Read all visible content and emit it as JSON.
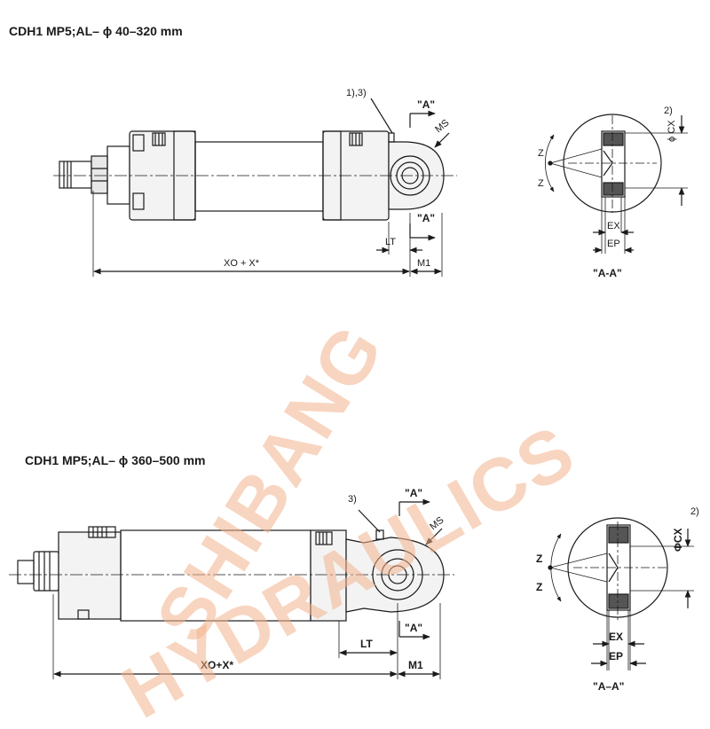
{
  "views": [
    {
      "title": "CDH1 MP5;AL– ϕ 40–320 mm",
      "callout_note": "1),3)",
      "section_marker": "\"A\"",
      "mount_label": "MS",
      "dims": {
        "lt": "LT",
        "m1": "M1",
        "overall": "XO + X*"
      },
      "section_view": {
        "caption": "\"A-A\"",
        "z": "Z",
        "ex": "EX",
        "ep": "EP",
        "cx": "ϕ CX",
        "cx_note": "2)"
      }
    },
    {
      "title": "CDH1 MP5;AL– ϕ 360–500 mm",
      "callout_note": "3)",
      "section_marker": "\"A\"",
      "mount_label": "MS",
      "dims": {
        "lt": "LT",
        "m1": "M1",
        "overall": "XO+X*"
      },
      "section_view": {
        "caption": "\"A–A\"",
        "z": "Z",
        "ex": "EX",
        "ep": "EP",
        "cx": "ΦCX",
        "cx_note": "2)"
      }
    }
  ],
  "watermark": {
    "line1": "SHIBANG",
    "line2": "HYDRAULICS",
    "color": "#f4b48e"
  }
}
